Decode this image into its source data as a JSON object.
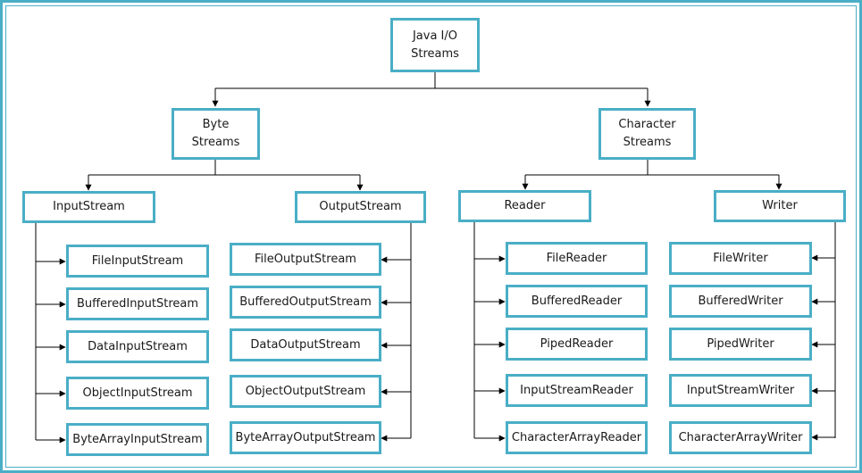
{
  "root": {
    "line1": "Java I/O",
    "line2": "Streams"
  },
  "byte_streams": {
    "line1": "Byte",
    "line2": "Streams"
  },
  "character_streams": {
    "line1": "Character",
    "line2": "Streams"
  },
  "input_stream": {
    "label": "InputStream",
    "children": [
      "FileInputStream",
      "BufferedInputStream",
      "DataInputStream",
      "ObjectInputStream",
      "ByteArrayInputStream"
    ]
  },
  "output_stream": {
    "label": "OutputStream",
    "children": [
      "FileOutputStream",
      "BufferedOutputStream",
      "DataOutputStream",
      "ObjectOutputStream",
      "ByteArrayOutputStream"
    ]
  },
  "reader": {
    "label": "Reader",
    "children": [
      "FileReader",
      "BufferedReader",
      "PipedReader",
      "InputStreamReader",
      "CharacterArrayReader"
    ]
  },
  "writer": {
    "label": "Writer",
    "children": [
      "FileWriter",
      "BufferedWriter",
      "PipedWriter",
      "InputStreamWriter",
      "CharacterArrayWriter"
    ]
  },
  "colors": {
    "box_border": "#4aaec6",
    "line": "#000000"
  }
}
